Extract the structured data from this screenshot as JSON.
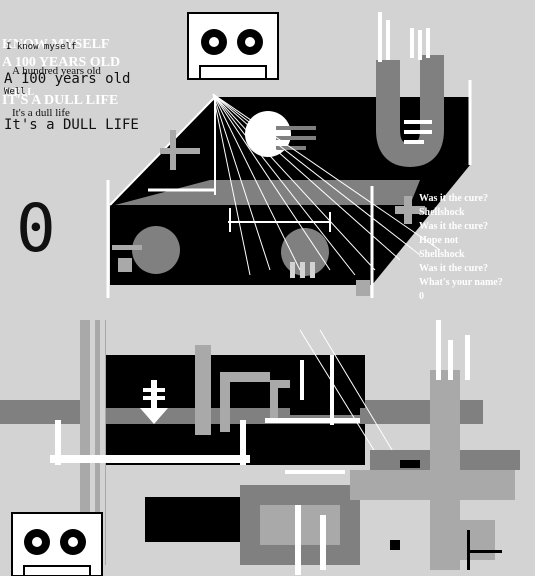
{
  "overlay_text": {
    "header_block": [
      "KNOW MYSELF",
      "I know myself",
      "A 100 YEARS OLD",
      "A hundred years old",
      "A 100 years old",
      "WELL",
      "Well",
      "IT'S A DULL LIFE",
      "It's a dull life",
      "It's a DULL LIFE"
    ],
    "zero_label": "0",
    "side_lines": [
      "Was it the cure?",
      "Shellshock",
      "Was it the cure?",
      "Hope not",
      "Shellshock",
      "Was it the cure?",
      "What's your name?",
      "0"
    ]
  },
  "colors": {
    "background": "#d3d3d3",
    "black": "#000000",
    "white": "#ffffff",
    "dark_gray": "#808080",
    "mid_gray": "#a9a9a9"
  },
  "icons": {
    "cassette_top": "cassette-icon",
    "cassette_bottom": "cassette-icon",
    "arrow": "down-arrow-icon"
  }
}
